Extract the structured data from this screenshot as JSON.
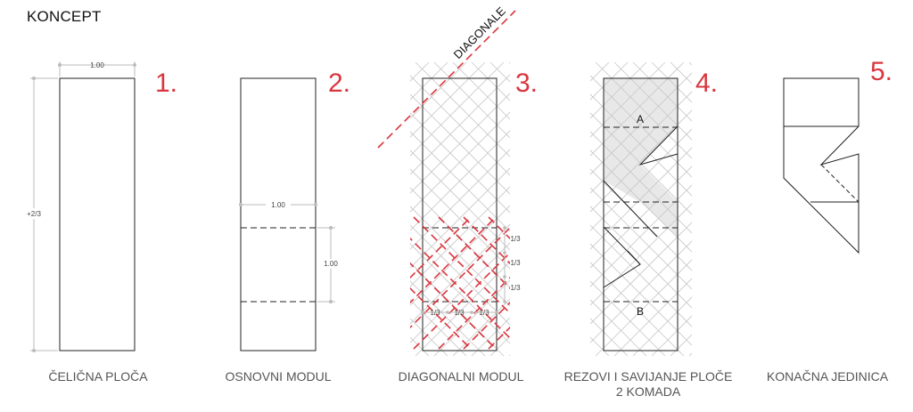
{
  "title": "KONCEPT",
  "steps": [
    {
      "num": "1.",
      "caption": "ČELIČNA PLOČA"
    },
    {
      "num": "2.",
      "caption": "OSNOVNI MODUL"
    },
    {
      "num": "3.",
      "caption": "DIAGONALNI MODUL"
    },
    {
      "num": "4.",
      "caption": "REZOVI I SAVIJANJE PLOČE",
      "caption2": "2 KOMADA"
    },
    {
      "num": "5.",
      "caption": "KONAČNA JEDINICA"
    }
  ],
  "dims": {
    "width_1": "1.00",
    "height_1": "+2/3",
    "width_2": "1.00",
    "height_2": "1.00",
    "third_v": [
      "1/3",
      "1/3",
      "1/3"
    ],
    "third_h": [
      "1/3",
      "1/3",
      "1/3"
    ]
  },
  "diagonal_label": "DIAGONALE",
  "cut_labels": {
    "top": "A",
    "bottom": "B"
  },
  "colors": {
    "accent": "#d9363e",
    "line": "#222222",
    "grid": "#c8c8c8",
    "fill": "#e8e8e8"
  }
}
